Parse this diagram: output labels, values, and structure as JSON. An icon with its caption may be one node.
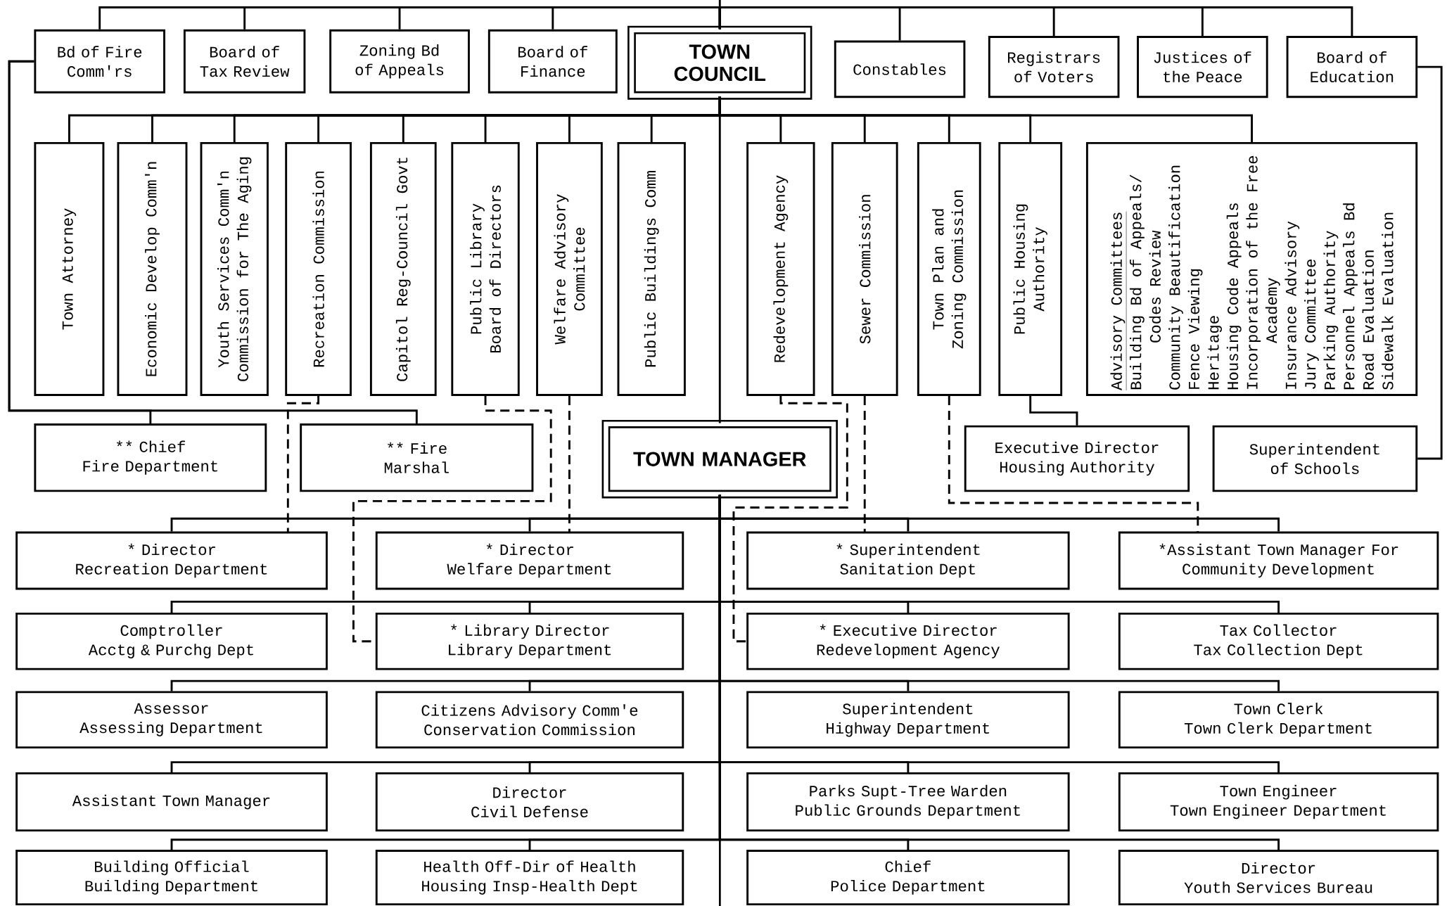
{
  "diagram": {
    "nodes": [
      {
        "text": [
          "Bd of Fire Comm'rs"
        ]
      },
      {
        "text": [
          "Board of Tax Review"
        ]
      },
      {
        "text": [
          "Zoning Bd of Appeals"
        ]
      },
      {
        "text": [
          "Board of Finance"
        ]
      },
      {
        "text": [
          "TOWN COUNCIL"
        ]
      },
      {
        "text": [
          "Constables"
        ]
      },
      {
        "text": [
          "Registrars of Voters"
        ]
      },
      {
        "text": [
          "Justices of the Peace"
        ]
      },
      {
        "text": [
          "Board of Education"
        ]
      },
      {
        "text": [
          "Town Attorney"
        ]
      },
      {
        "text": [
          "Economic Develop Comm'n"
        ]
      },
      {
        "text": [
          "Youth Services Comm'n",
          "Commission for The Aging"
        ]
      },
      {
        "text": [
          "Recreation Commission"
        ]
      },
      {
        "text": [
          "Capitol Reg-Council Govt"
        ]
      },
      {
        "text": [
          "Public Library",
          "Board of Directors"
        ]
      },
      {
        "text": [
          "Welfare Advisory Committee"
        ]
      },
      {
        "text": [
          "Public Buildings Comm"
        ]
      },
      {
        "text": [
          "Redevelopment Agency"
        ]
      },
      {
        "text": [
          "Sewer Commission"
        ]
      },
      {
        "text": [
          "Town Plan and Zoning Commission"
        ]
      },
      {
        "text": [
          "Public Housing Authority"
        ]
      },
      {
        "text": [
          "Advisory Committees",
          "Building Bd of Appeals/ Codes Review",
          "Community Beautification",
          "Fence Viewing",
          "Heritage",
          "Housing Code Appeals",
          "Incorporation of the Free Academy",
          "Insurance Advisory",
          "Jury Committee",
          "Parking Authority",
          "Personnel Appeals Bd",
          "Road Evaluation",
          "Sidewalk Evaluation"
        ]
      },
      {
        "text": [
          "** Chief",
          "Fire Department"
        ]
      },
      {
        "text": [
          "** Fire Marshal"
        ]
      },
      {
        "text": [
          "TOWN MANAGER"
        ]
      },
      {
        "text": [
          "Executive Director",
          "Housing Authority"
        ]
      },
      {
        "text": [
          "Superintendent of Schools"
        ]
      },
      {
        "text": [
          "* Director",
          "Recreation Department"
        ]
      },
      {
        "text": [
          "* Director",
          "Welfare Department"
        ]
      },
      {
        "text": [
          "* Superintendent",
          "Sanitation Dept"
        ]
      },
      {
        "text": [
          "*Assistant Town Manager For",
          "Community Development"
        ]
      },
      {
        "text": [
          "Comptroller",
          "Acctg & Purchg Dept"
        ]
      },
      {
        "text": [
          "* Library Director",
          "Library Department"
        ]
      },
      {
        "text": [
          "* Executive Director",
          "Redevelopment Agency"
        ]
      },
      {
        "text": [
          "Tax Collector",
          "Tax Collection Dept"
        ]
      },
      {
        "text": [
          "Assessor",
          "Assessing Department"
        ]
      },
      {
        "text": [
          "Citizens Advisory Comm'e",
          "Conservation Commission"
        ]
      },
      {
        "text": [
          "Superintendent",
          "Highway Department"
        ]
      },
      {
        "text": [
          "Town Clerk",
          "Town Clerk Department"
        ]
      },
      {
        "text": [
          "Assistant Town Manager"
        ]
      },
      {
        "text": [
          "Director",
          "Civil Defense"
        ]
      },
      {
        "text": [
          "Parks Supt-Tree Warden",
          "Public Grounds Department"
        ]
      },
      {
        "text": [
          "Town Engineer",
          "Town Engineer Department"
        ]
      },
      {
        "text": [
          "Building Official",
          "Building Department"
        ]
      },
      {
        "text": [
          "Health Off-Dir of Health",
          "Housing Insp-Health Dept"
        ]
      },
      {
        "text": [
          "Chief",
          "Police Department"
        ]
      },
      {
        "text": [
          "Director",
          "Youth Services Bureau"
        ]
      }
    ],
    "edges": [
      {
        "from": 4,
        "to": 0,
        "arrow": "none"
      },
      {
        "from": 4,
        "to": 1,
        "arrow": "none"
      },
      {
        "from": 4,
        "to": 2,
        "arrow": "none"
      },
      {
        "from": 4,
        "to": 3,
        "arrow": "none"
      },
      {
        "from": 4,
        "to": 5,
        "arrow": "none"
      },
      {
        "from": 4,
        "to": 6,
        "arrow": "none"
      },
      {
        "from": 4,
        "to": 7,
        "arrow": "none"
      },
      {
        "from": 4,
        "to": 8,
        "arrow": "none"
      },
      {
        "from": 4,
        "to": 9,
        "arrow": "none"
      },
      {
        "from": 4,
        "to": 10,
        "arrow": "none"
      },
      {
        "from": 4,
        "to": 11,
        "arrow": "none"
      },
      {
        "from": 4,
        "to": 12,
        "arrow": "none"
      },
      {
        "from": 4,
        "to": 13,
        "arrow": "none"
      },
      {
        "from": 4,
        "to": 14,
        "arrow": "none"
      },
      {
        "from": 4,
        "to": 15,
        "arrow": "none"
      },
      {
        "from": 4,
        "to": 16,
        "arrow": "none"
      },
      {
        "from": 4,
        "to": 17,
        "arrow": "none"
      },
      {
        "from": 4,
        "to": 18,
        "arrow": "none"
      },
      {
        "from": 4,
        "to": 19,
        "arrow": "none"
      },
      {
        "from": 4,
        "to": 20,
        "arrow": "none"
      },
      {
        "from": 4,
        "to": 21,
        "arrow": "none"
      },
      {
        "from": 4,
        "to": 24,
        "arrow": "none"
      },
      {
        "from": 0,
        "to": 22,
        "arrow": "none"
      },
      {
        "from": 0,
        "to": 23,
        "arrow": "none"
      },
      {
        "from": 20,
        "to": 25,
        "arrow": "none"
      },
      {
        "from": 8,
        "to": 26,
        "arrow": "none"
      },
      {
        "from": 12,
        "to": 27,
        "arrow": "none",
        "style": "dashed"
      },
      {
        "from": 15,
        "to": 28,
        "arrow": "none",
        "style": "dashed"
      },
      {
        "from": 14,
        "to": 32,
        "arrow": "none",
        "style": "dashed"
      },
      {
        "from": 17,
        "to": 33,
        "arrow": "none",
        "style": "dashed"
      },
      {
        "from": 18,
        "to": 29,
        "arrow": "none",
        "style": "dashed"
      },
      {
        "from": 19,
        "to": 30,
        "arrow": "none",
        "style": "dashed"
      },
      {
        "from": 24,
        "to": 27,
        "arrow": "none"
      },
      {
        "from": 24,
        "to": 28,
        "arrow": "none"
      },
      {
        "from": 24,
        "to": 29,
        "arrow": "none"
      },
      {
        "from": 24,
        "to": 30,
        "arrow": "none"
      },
      {
        "from": 24,
        "to": 31,
        "arrow": "none"
      },
      {
        "from": 24,
        "to": 32,
        "arrow": "none"
      },
      {
        "from": 24,
        "to": 33,
        "arrow": "none"
      },
      {
        "from": 24,
        "to": 34,
        "arrow": "none"
      },
      {
        "from": 24,
        "to": 35,
        "arrow": "none"
      },
      {
        "from": 24,
        "to": 36,
        "arrow": "none"
      },
      {
        "from": 24,
        "to": 37,
        "arrow": "none"
      },
      {
        "from": 24,
        "to": 38,
        "arrow": "none"
      },
      {
        "from": 24,
        "to": 39,
        "arrow": "none"
      },
      {
        "from": 24,
        "to": 40,
        "arrow": "none"
      },
      {
        "from": 24,
        "to": 41,
        "arrow": "none"
      },
      {
        "from": 24,
        "to": 42,
        "arrow": "none"
      },
      {
        "from": 24,
        "to": 43,
        "arrow": "none"
      },
      {
        "from": 24,
        "to": 44,
        "arrow": "none"
      },
      {
        "from": 24,
        "to": 45,
        "arrow": "none"
      },
      {
        "from": 24,
        "to": 46,
        "arrow": "none"
      }
    ]
  }
}
